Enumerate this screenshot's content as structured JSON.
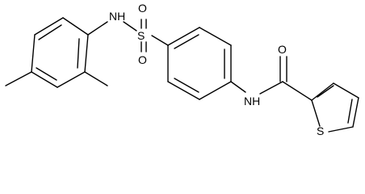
{
  "molecule": {
    "atoms": {
      "nh_sulfonamide": "NH",
      "sulfur_sulfonyl": "S",
      "oxygen_top": "O",
      "oxygen_bottom": "O",
      "nh_amide": "NH",
      "oxygen_carbonyl": "O",
      "sulfur_thiophene": "S"
    },
    "colors": {
      "bond": "#000000",
      "label": "#000000",
      "background": "#ffffff"
    }
  }
}
